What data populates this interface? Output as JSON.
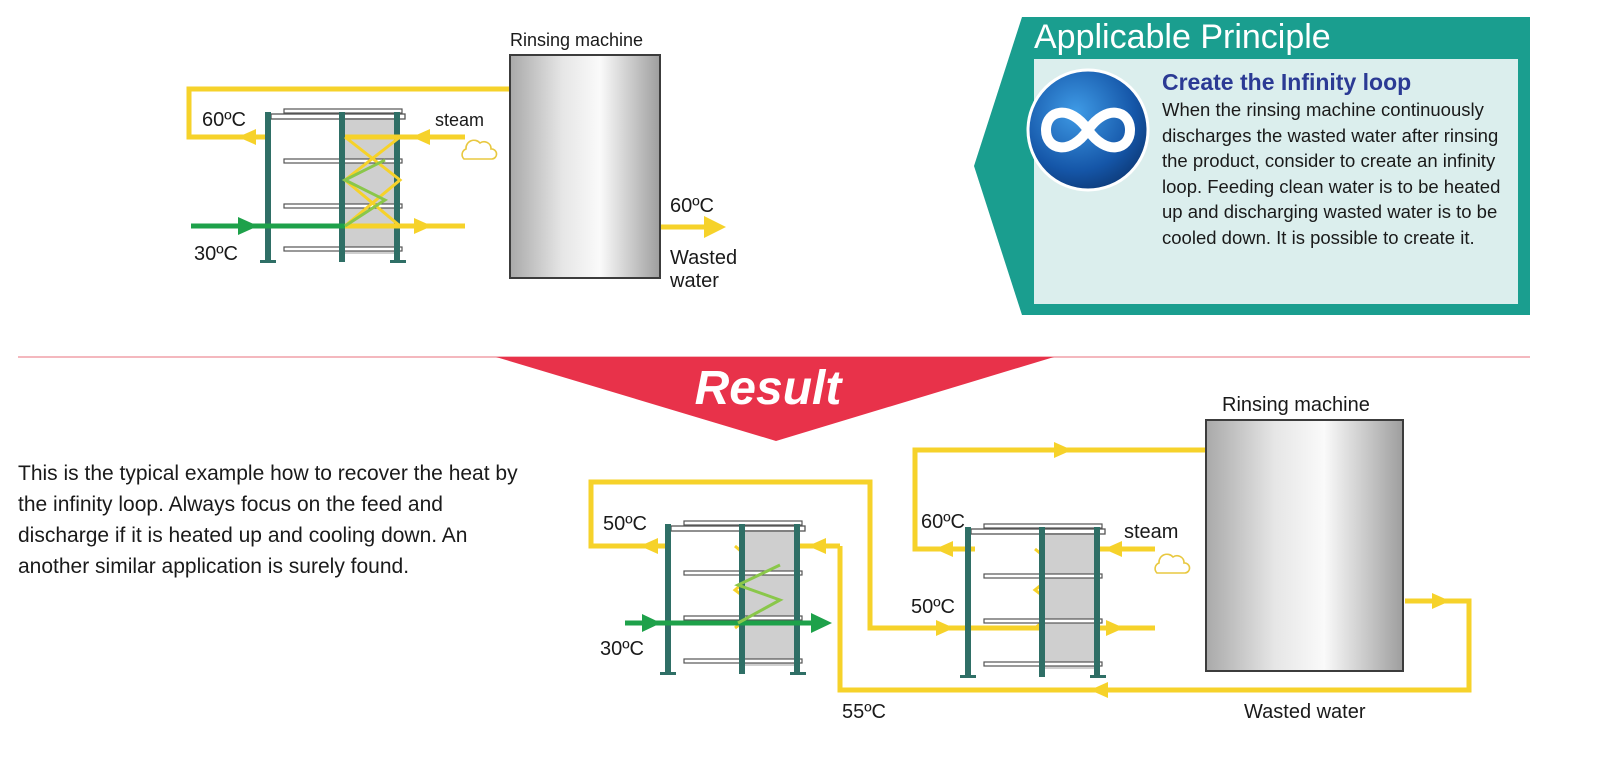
{
  "principle": {
    "heading": "Applicable Principle",
    "title": "Create the Infinity loop",
    "body": "When the rinsing machine continuously discharges the wasted water after rinsing the product, consider to create an infinity loop. Feeding clean water is to be heated up and discharging wasted water is to be cooled down. It is possible to create it.",
    "icon": "infinity-icon"
  },
  "result_label": "Result",
  "description": "This is the typical example how to recover the heat by the infinity loop. Always focus on the feed and discharge if it is heated up and cooling down. An another similar application is surely found.",
  "before": {
    "machine_label": "Rinsing machine",
    "hot_label": "60ºC",
    "steam_label": "steam",
    "cold_label": "30ºC",
    "waste_temp": "60ºC",
    "waste_line1": "Wasted",
    "waste_line2": "water"
  },
  "after": {
    "machine_label": "Rinsing machine",
    "hx1_out_label": "50ºC",
    "hx1_cold_label": "30ºC",
    "hx2_out_label": "60ºC",
    "hx2_in_label": "50ºC",
    "steam_label": "steam",
    "return_label": "55ºC",
    "waste_label": "Wasted water"
  },
  "colors": {
    "teal": "#1a9e8f",
    "panel": "#dbeeed",
    "pipe_hot": "#f6d22a",
    "pipe_cold": "#1ea14a",
    "result_red": "#e8324a",
    "title_blue": "#2b3a94",
    "divider": "#f0a0a8"
  }
}
